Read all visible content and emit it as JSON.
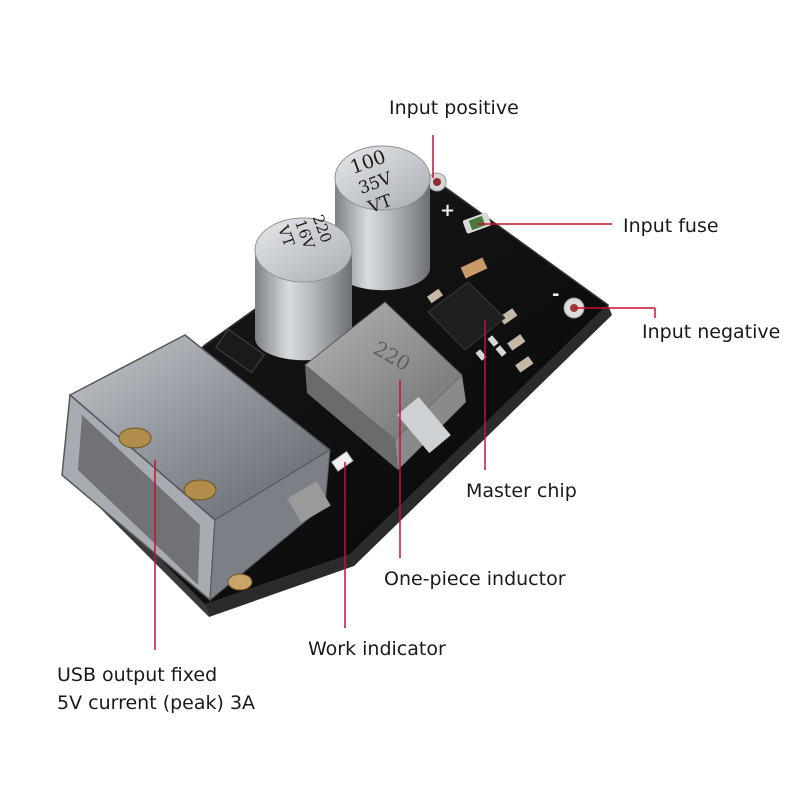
{
  "labels": {
    "input_positive": "Input positive",
    "input_fuse": "Input fuse",
    "input_negative": "Input negative",
    "master_chip": "Master chip",
    "one_piece_inductor": "One-piece inductor",
    "work_indicator": "Work indicator",
    "usb_output_line1": "USB output fixed",
    "usb_output_line2": "5V current (peak) 3A"
  },
  "board_markings": {
    "cap_large_value": "100",
    "cap_large_voltage": "35V",
    "cap_large_series": "VT",
    "cap_small_value": "220",
    "cap_small_voltage": "16V",
    "cap_small_series": "VT",
    "inductor_code": "220",
    "plus_sign": "+",
    "minus_sign": "-"
  },
  "colors": {
    "leader_line": "#c8102e",
    "pcb": "#111111",
    "capacitor": "#b9bcc0",
    "inductor": "#8f8f8f",
    "usb_shell": "#9aa0a6",
    "text": "#1a1a1a"
  }
}
